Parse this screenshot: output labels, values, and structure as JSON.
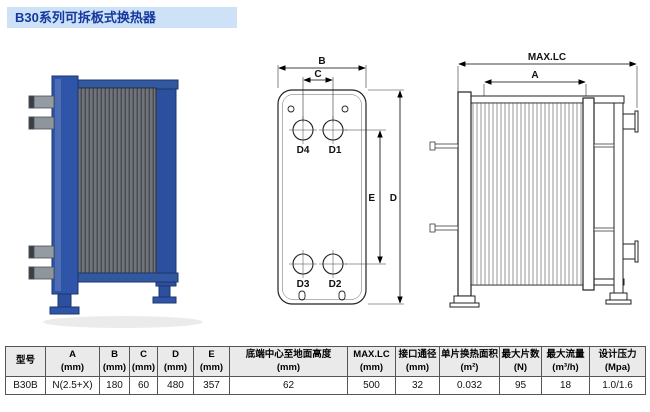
{
  "title": "B30系列可拆板式换热器",
  "colors": {
    "title_text": "#16389e",
    "title_bg": "#cde2f6",
    "frame_blue": "#2c4f9e",
    "table_header_bg": "#eaeaea"
  },
  "front_view": {
    "dim_b": "B",
    "dim_c": "C",
    "dim_d": "D",
    "dim_e": "E",
    "port_d1": "D1",
    "port_d2": "D2",
    "port_d3": "D3",
    "port_d4": "D4"
  },
  "side_view": {
    "dim_maxlc": "MAX.LC",
    "dim_a": "A"
  },
  "table": {
    "headers": [
      {
        "name": "型号",
        "unit": ""
      },
      {
        "name": "A",
        "unit": "(mm)"
      },
      {
        "name": "B",
        "unit": "(mm)"
      },
      {
        "name": "C",
        "unit": "(mm)"
      },
      {
        "name": "D",
        "unit": "(mm)"
      },
      {
        "name": "E",
        "unit": "(mm)"
      },
      {
        "name": "底端中心至地面高度",
        "unit": "(mm)"
      },
      {
        "name": "MAX.LC",
        "unit": "(mm)"
      },
      {
        "name": "接口通径",
        "unit": "(mm)"
      },
      {
        "name": "单片换热面积",
        "unit": "(m²)"
      },
      {
        "name": "最大片数",
        "unit": "(N)"
      },
      {
        "name": "最大流量",
        "unit": "(m³/h)"
      },
      {
        "name": "设计压力",
        "unit": "(Mpa)"
      }
    ],
    "rows": [
      [
        "B30B",
        "N(2.5+X)",
        "180",
        "60",
        "480",
        "357",
        "62",
        "500",
        "32",
        "0.032",
        "95",
        "18",
        "1.0/1.6"
      ]
    ]
  }
}
